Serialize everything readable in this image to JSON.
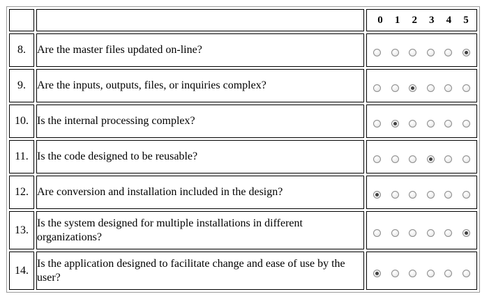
{
  "scale": [
    "0",
    "1",
    "2",
    "3",
    "4",
    "5"
  ],
  "rows": [
    {
      "number": "8.",
      "question": "Are the master files updated on-line?",
      "selected": 5
    },
    {
      "number": "9.",
      "question": "Are the inputs, outputs, files, or inquiries complex?",
      "selected": 2
    },
    {
      "number": "10.",
      "question": "Is the internal processing complex?",
      "selected": 1
    },
    {
      "number": "11.",
      "question": "Is the code designed to be reusable?",
      "selected": 3
    },
    {
      "number": "12.",
      "question": "Are conversion and installation included in the design?",
      "selected": 0
    },
    {
      "number": "13.",
      "question": "Is the system designed for multiple installations in different organizations?",
      "selected": 5
    },
    {
      "number": "14.",
      "question": "Is the application designed to facilitate change and ease of use by the user?",
      "selected": 0
    }
  ]
}
